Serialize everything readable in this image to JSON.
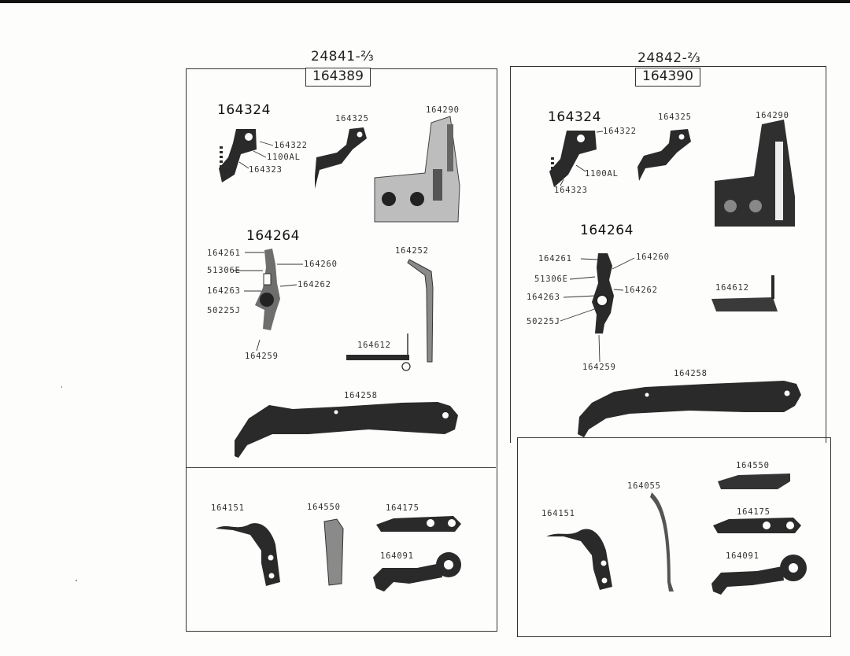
{
  "left": {
    "assembly": "24841-⅔",
    "box": "164389",
    "labels": {
      "feed_group": "164324",
      "p164322": "164322",
      "p1100al": "1100AL",
      "p164323": "164323",
      "p164325": "164325",
      "p164290": "164290",
      "looper_group": "164264",
      "p164261": "164261",
      "p164260": "164260",
      "p51306e": "51306E",
      "p164262": "164262",
      "p164263": "164263",
      "p50225j": "50225J",
      "p164259": "164259",
      "p164252": "164252",
      "p164612": "164612",
      "p164258": "164258",
      "p164151": "164151",
      "p164550": "164550",
      "p164175": "164175",
      "p164091": "164091"
    }
  },
  "right": {
    "assembly": "24842-⅔",
    "box": "164390",
    "labels": {
      "feed_group": "164324",
      "p164322": "164322",
      "p1100al": "1100AL",
      "p164323": "164323",
      "p164325": "164325",
      "p164290": "164290",
      "looper_group": "164264",
      "p164261": "164261",
      "p164260": "164260",
      "p51306e": "51306E",
      "p164262": "164262",
      "p164263": "164263",
      "p50225j": "50225J",
      "p164259": "164259",
      "p164612": "164612",
      "p164258": "164258",
      "p164550": "164550",
      "p164055": "164055",
      "p164151": "164151",
      "p164175": "164175",
      "p164091": "164091"
    }
  }
}
